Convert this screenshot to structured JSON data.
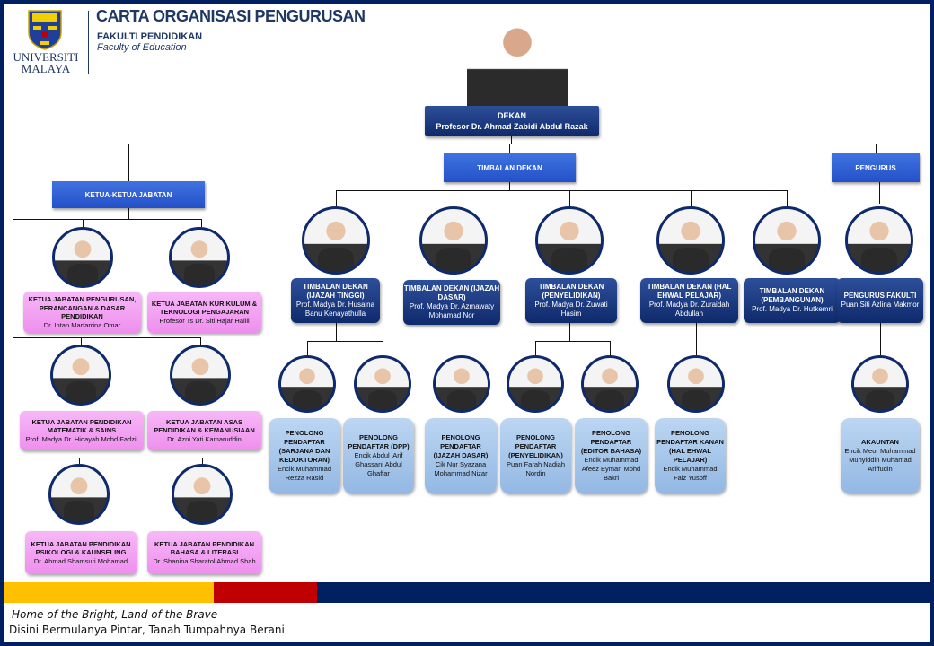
{
  "header": {
    "title": "CARTA ORGANISASI PENGURUSAN",
    "faculty_ms": "FAKULTI PENDIDIKAN",
    "faculty_en": "Faculty of Education",
    "logo_text": "UNIVERSITI MALAYA"
  },
  "dean": {
    "role": "DEKAN",
    "name": "Profesor Dr. Ahmad Zabidi Abdul Razak"
  },
  "groups": {
    "ketua": "KETUA-KETUA  JABATAN",
    "timbalan": "TIMBALAN DEKAN",
    "pengurus": "PENGURUS"
  },
  "heads": [
    {
      "role": "KETUA JABATAN PENGURUSAN, PERANCANGAN & DASAR PENDIDIKAN",
      "name": "Dr. Intan Marfarrina Omar"
    },
    {
      "role": "KETUA JABATAN KURIKULUM & TEKNOLOGI PENGAJARAN",
      "name": "Profesor Ts Dr. Siti Hajar Halili"
    },
    {
      "role": "KETUA JABATAN PENDIDIKAN MATEMATIK & SAINS",
      "name": "Prof. Madya Dr. Hidayah Mohd Fadzil"
    },
    {
      "role": "KETUA JABATAN ASAS PENDIDIKAN & KEMANUSIAAN",
      "name": "Dr. Azni Yati Kamaruddin"
    },
    {
      "role": "KETUA JABATAN PENDIDIKAN PSIKOLOGI & KAUNSELING",
      "name": "Dr. Ahmad Shamsuri Mohamad"
    },
    {
      "role": "KETUA JABATAN PENDIDIKAN BAHASA & LITERASI",
      "name": "Dr. Shanina Sharatol Ahmad Shah"
    }
  ],
  "deputies": [
    {
      "role": "TIMBALAN DEKAN (IJAZAH TINGGI)",
      "name": "Prof. Madya Dr. Husaina Banu Kenayathulla"
    },
    {
      "role": "TIMBALAN DEKAN (IJAZAH DASAR)",
      "name": "Prof. Madya Dr. Azmawaty Mohamad Nor"
    },
    {
      "role": "TIMBALAN DEKAN (PENYELIDIKAN)",
      "name": "Prof. Madya Dr. Zuwati Hasim"
    },
    {
      "role": "TIMBALAN DEKAN (HAL EHWAL PELAJAR)",
      "name": "Prof. Madya Dr. Zuraidah Abdullah"
    },
    {
      "role": "TIMBALAN DEKAN (PEMBANGUNAN)",
      "name": "Prof. Madya Dr. Hutkemri"
    },
    {
      "role": "PENGURUS FAKULTI",
      "name": "Puan Siti Azlina Makmor"
    }
  ],
  "staff": [
    {
      "role": "PENOLONG PENDAFTAR (SARJANA DAN KEDOKTORAN)",
      "name": "Encik Muhammad Rezza Rasid"
    },
    {
      "role": "PENOLONG PENDAFTAR (DPP)",
      "name": "Encik Abdul 'Arif Ghassani Abdul Ghaffar"
    },
    {
      "role": "PENOLONG PENDAFTAR (IJAZAH DASAR)",
      "name": "Cik Nur Syazana Mohammad Nizar"
    },
    {
      "role": "PENOLONG PENDAFTAR (PENYELIDIKAN)",
      "name": "Puan Farah Nadiah Nordin"
    },
    {
      "role": "PENOLONG PENDAFTAR (EDITOR BAHASA)",
      "name": "Encik Muhammad Afeez Eyman Mohd Bakri"
    },
    {
      "role": "PENOLONG PENDAFTAR KANAN (HAL EHWAL PELAJAR)",
      "name": "Encik Muhammad Faiz Yusoff"
    },
    {
      "role": "AKAUNTAN",
      "name": "Encik Meor Muhammad Muhyiddin Muhamad Ariffudin"
    }
  ],
  "footer": {
    "slogan_en": "Home of the Bright, Land of the Brave",
    "slogan_ms": "Disini Bermulanya Pintar, Tanah Tumpahnya Berani"
  },
  "colors": {
    "navy": "#002060",
    "yellow": "#FFC000",
    "red": "#C00000",
    "pink": "#EE8FEE",
    "lightblue": "#93B8E3"
  }
}
